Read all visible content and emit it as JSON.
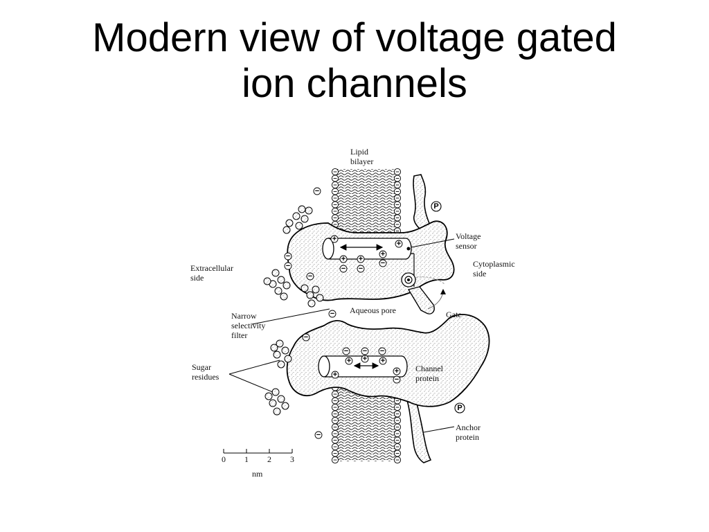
{
  "slide": {
    "title_line1": "Modern view of voltage gated",
    "title_line2": "ion channels"
  },
  "figure": {
    "labels": {
      "lipid_line1": "Lipid",
      "lipid_line2": "bilayer",
      "voltage_line1": "Voltage",
      "voltage_line2": "sensor",
      "cyto_line1": "Cytoplasmic",
      "cyto_line2": "side",
      "extra_line1": "Extracellular",
      "extra_line2": "side",
      "pore": "Aqueous pore",
      "gate": "Gate",
      "filter_line1": "Narrow",
      "filter_line2": "selectivity",
      "filter_line3": "filter",
      "sugar_line1": "Sugar",
      "sugar_line2": "residues",
      "channel_line1": "Channel",
      "channel_line2": "protein",
      "anchor_line1": "Anchor",
      "anchor_line2": "protein",
      "phospho": "P"
    },
    "scale": {
      "ticks": [
        "0",
        "1",
        "2",
        "3"
      ],
      "unit": "nm"
    },
    "charge_symbols": {
      "plus": "+",
      "minus": "−"
    }
  }
}
